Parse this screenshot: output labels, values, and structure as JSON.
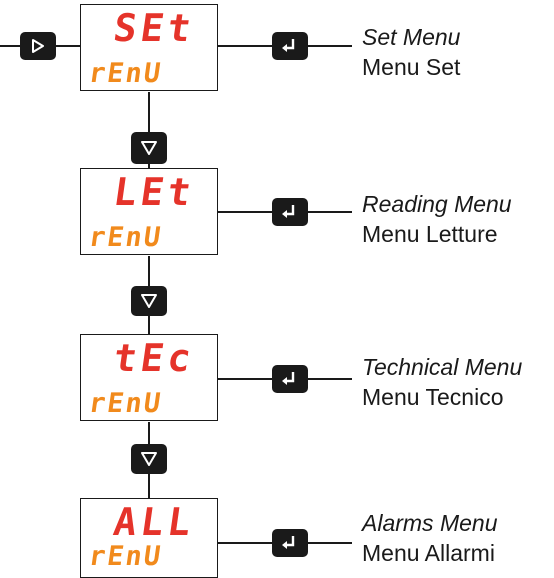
{
  "menus": [
    {
      "top_text": "SEt",
      "bottom_text": "rEnU",
      "label_en": "Set Menu",
      "label_it": "Menu Set"
    },
    {
      "top_text": "LEt",
      "bottom_text": "rEnU",
      "label_en": "Reading Menu",
      "label_it": "Menu Letture"
    },
    {
      "top_text": "tEc",
      "bottom_text": "rEnU",
      "label_en": "Technical Menu",
      "label_it": "Menu Tecnico"
    },
    {
      "top_text": "ALL",
      "bottom_text": "rEnU",
      "label_en": "Alarms Menu",
      "label_it": "Menu Allarmi"
    }
  ],
  "keys": {
    "entry": "right-arrow-icon",
    "scroll": "down-arrow-icon",
    "enter": "enter-icon"
  },
  "colors": {
    "display_top": "#e5332a",
    "display_bottom": "#f18a1c",
    "key": "#1a1a1a",
    "text": "#1a1a1a"
  }
}
